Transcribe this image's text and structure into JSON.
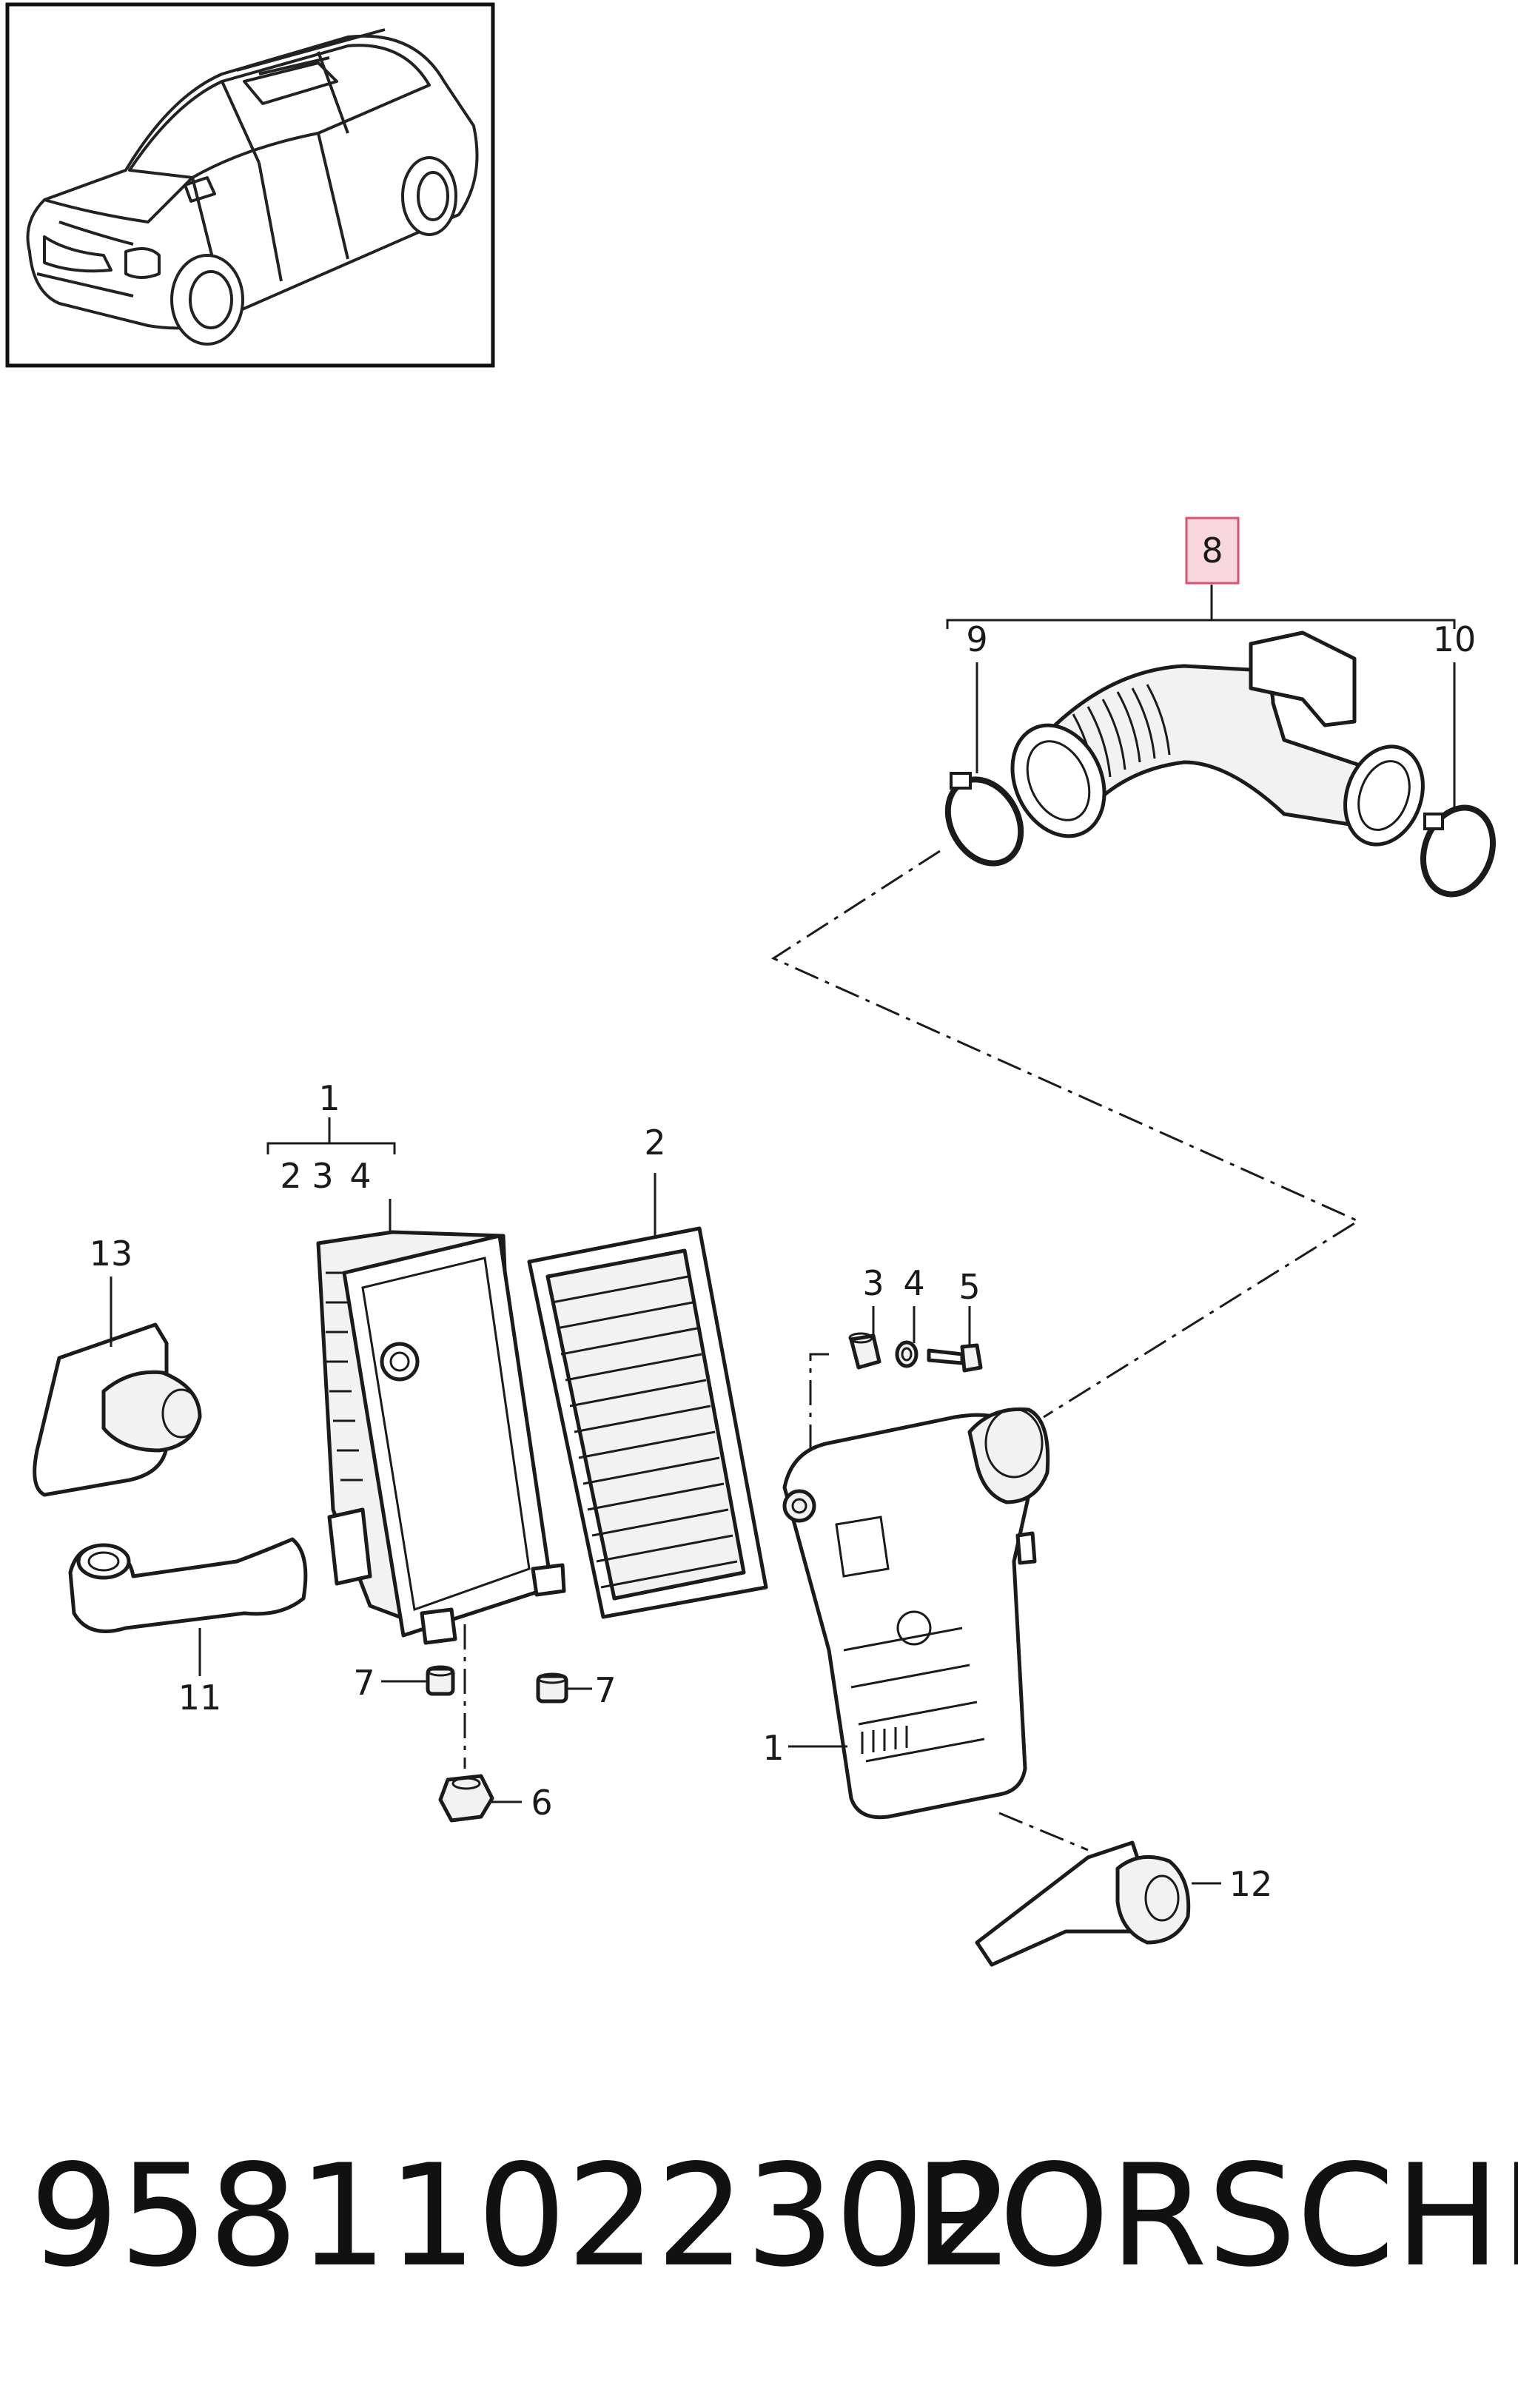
{
  "thumbnail": {
    "icon": "vehicle-suv-outline-icon"
  },
  "callouts": {
    "c1_top": "1",
    "c1_sub_2": "2",
    "c1_sub_3": "3",
    "c1_sub_4": "4",
    "c2": "2",
    "c3": "3",
    "c4": "4",
    "c5": "5",
    "c6": "6",
    "c7_left": "7",
    "c7_right": "7",
    "c8": "8",
    "c9": "9",
    "c10": "10",
    "c11": "11",
    "c12": "12",
    "c13": "13",
    "c1_housing": "1"
  },
  "highlight_color": "#f9d7df",
  "highlight_border": "#d9536f",
  "footer": {
    "part_number": "95811022302",
    "brand": "PORSCHE"
  }
}
